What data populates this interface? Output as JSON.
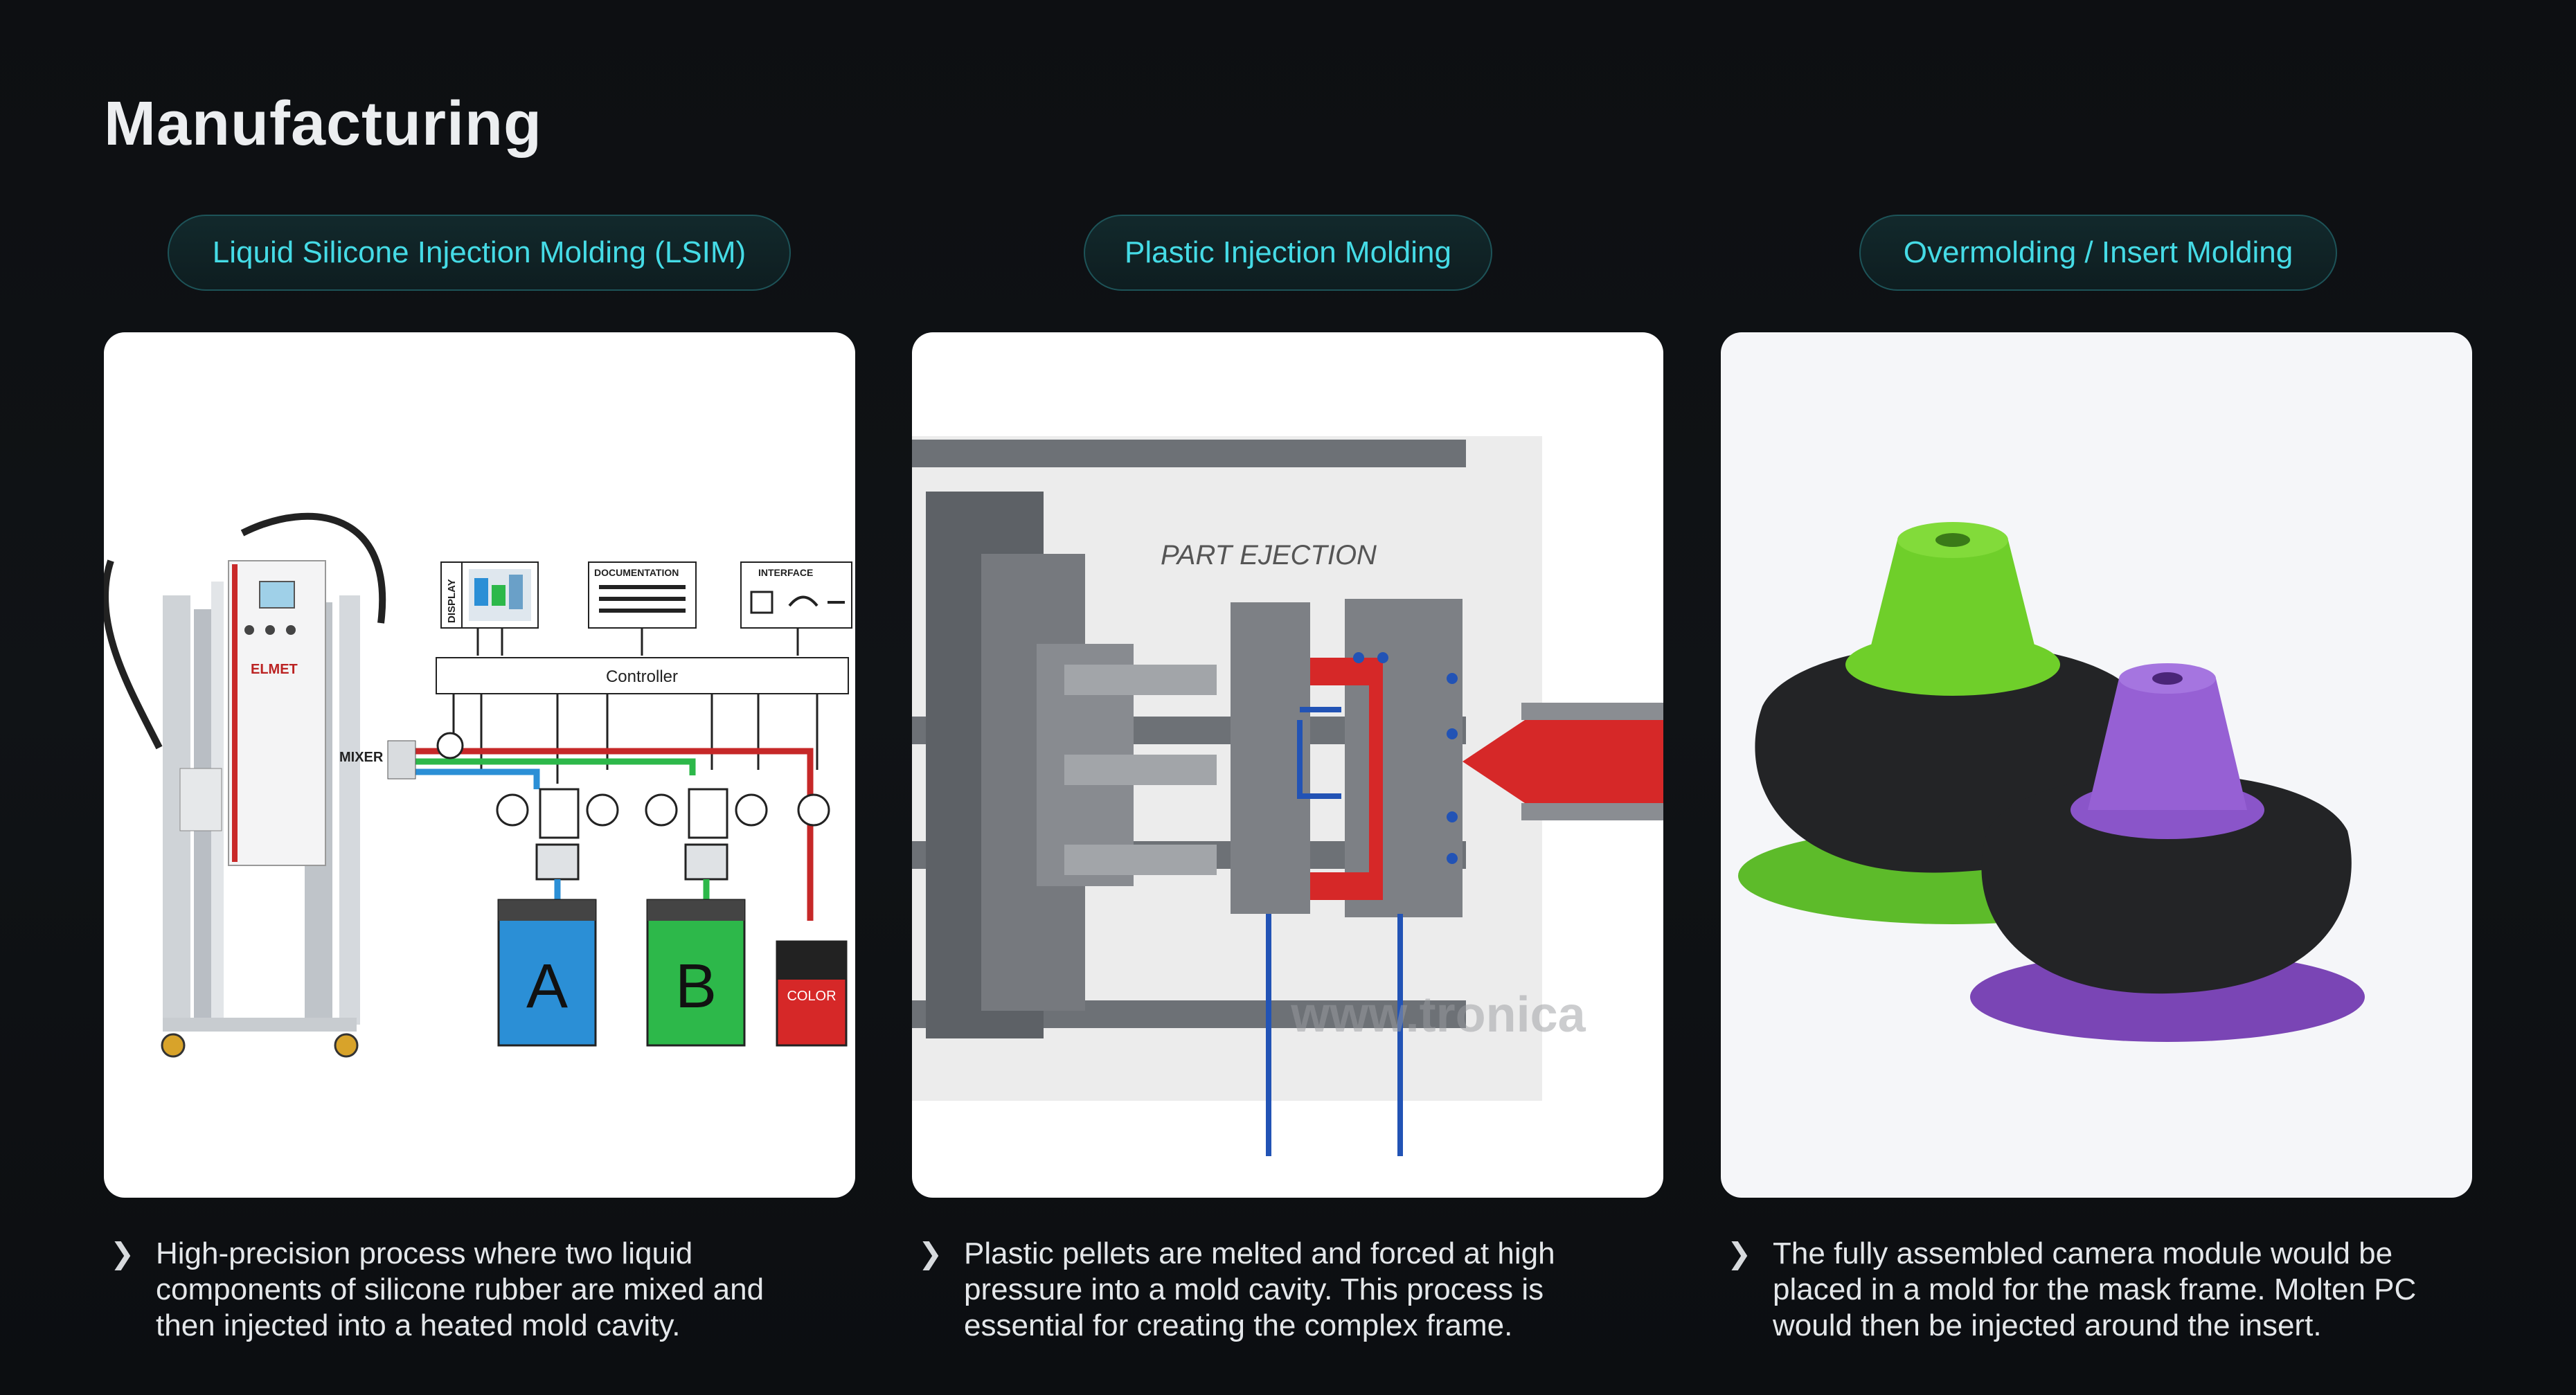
{
  "page": {
    "title": "Manufacturing"
  },
  "columns": [
    {
      "tag": "Liquid Silicone Injection Molding (LSIM)",
      "diagram": {
        "display_label": "DISPLAY",
        "documentation_label": "DOCUMENTATION",
        "interface_label": "INTERFACE",
        "controller_label": "Controller",
        "mixer_label": "MIXER",
        "tank_a": "A",
        "tank_b": "B",
        "color_label": "COLOR",
        "machine_brand": "ELMET"
      },
      "description": "High-precision process where two liquid components of silicone rubber are mixed and then injected into a heated mold cavity."
    },
    {
      "tag": "Plastic Injection Molding",
      "diagram": {
        "caption": "PART EJECTION",
        "watermark": "www.tronica"
      },
      "description": "Plastic pellets are melted and forced at high pressure into a mold cavity. This process is essential for creating the complex frame."
    },
    {
      "tag": "Overmolding / Insert Molding",
      "description": "The fully assembled camera module would be placed in a mold for the mask frame. Molten PC would then be injected around the insert."
    }
  ],
  "colors": {
    "accent": "#45dbe6",
    "green_part": "#6fcf2a",
    "purple_part": "#8a55c9",
    "tank_a": "#2b8fd6",
    "tank_b": "#2db84a",
    "melt_red": "#d62828"
  }
}
